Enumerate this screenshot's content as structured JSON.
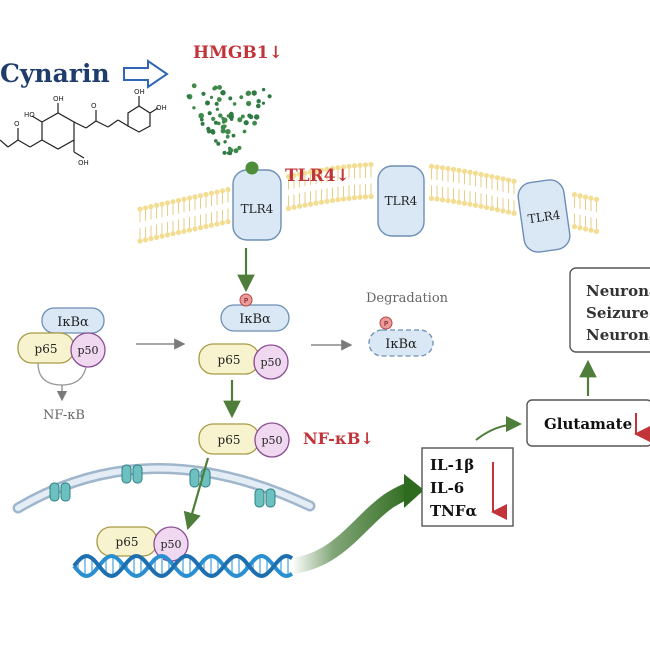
{
  "drug": {
    "name": "Cynarin"
  },
  "ligand": {
    "label": "HMGB1↓"
  },
  "receptor": {
    "label": "TLR4↓",
    "unit_labels": [
      "TLR4",
      "TLR4",
      "TLR4"
    ]
  },
  "cytoplasm": {
    "ikba_left": "IκBα",
    "ikba_center": "IκBα",
    "ikba_degraded": "IκBα",
    "phospho": "P",
    "p65": "p65",
    "p50": "p50",
    "nfkb_caption": "NF-κB",
    "degradation": "Degradation"
  },
  "nucleus": {
    "nfkb_label": "NF-κB↓"
  },
  "cytokines": {
    "items": [
      "IL-1β",
      "IL-6",
      "TNFα"
    ]
  },
  "glutamate": {
    "label": "Glutamate"
  },
  "outcomes": {
    "items": [
      "Neurona",
      "Seizure",
      "Neurona"
    ]
  },
  "colors": {
    "accent_red": "#c0343a",
    "title_navy": "#1f3d6b",
    "pathway_green": "#4e7e3a",
    "membrane_yellow": "#f3dd92",
    "receptor_blue": "#dae7f5",
    "p65_fill": "#f7f3cf",
    "p50_fill": "#f0d9f0",
    "dna_blue": "#2a8fd0"
  }
}
